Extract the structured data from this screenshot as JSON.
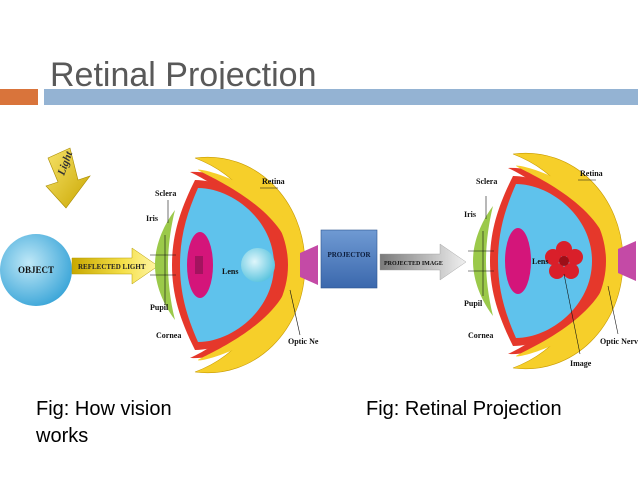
{
  "slide": {
    "title": "Retinal Projection"
  },
  "diagram": {
    "light_label": "Light",
    "object_label": "OBJECT",
    "reflected_light_label": "REFLECTED LIGHT",
    "projector_label": "PROJECTOR",
    "projected_image_label": "PROJECTED IMAGE",
    "eye_left": {
      "sclera": "Sclera",
      "iris": "Iris",
      "retina": "Retina",
      "lens": "Lens",
      "pupil": "Pupil",
      "cornea": "Cornea",
      "optic": "Optic Ne"
    },
    "eye_right": {
      "sclera": "Sclera",
      "iris": "Iris",
      "retina": "Retina",
      "lens": "Lens",
      "pupil": "Pupil",
      "cornea": "Cornea",
      "optic": "Optic Nerve",
      "image": "Image"
    }
  },
  "captions": {
    "left": "Fig: How vision works",
    "right": "Fig: Retinal Projection"
  },
  "colors": {
    "title": "#595959",
    "accent_orange": "#d9743b",
    "accent_blue": "#94b3d3",
    "sclera_yellow": "#f6cf2a",
    "retina_red": "#e5382b",
    "vitreous_blue": "#5fc2ec",
    "iris_magenta": "#d4157a",
    "cornea_green": "#9bc94a",
    "projector_blue": "#4f7fc1"
  }
}
